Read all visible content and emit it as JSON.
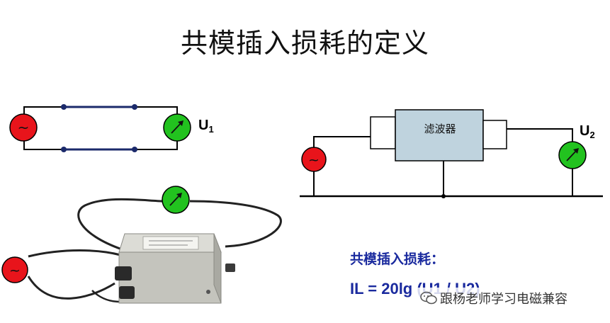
{
  "title": "共模插入损耗的定义",
  "circuit_top_left": {
    "output_label": "U",
    "output_label_sub": "1",
    "source_symbol": "~"
  },
  "circuit_right": {
    "filter_label": "滤波器",
    "output_label": "U",
    "output_label_sub": "2",
    "source_symbol": "~"
  },
  "photo": {
    "source_symbol": "~"
  },
  "formula": {
    "heading": "共模插入损耗：",
    "text": "IL = 20lg (U1 / U2)"
  },
  "watermark": {
    "text": "跟杨老师学习电磁兼容"
  },
  "colors": {
    "source_red": "#e8141b",
    "meter_green": "#22c21f",
    "wire_blue": "#1b2a6b",
    "filter_box": "#bfd3de",
    "formula_blue": "#1a2a9e"
  }
}
